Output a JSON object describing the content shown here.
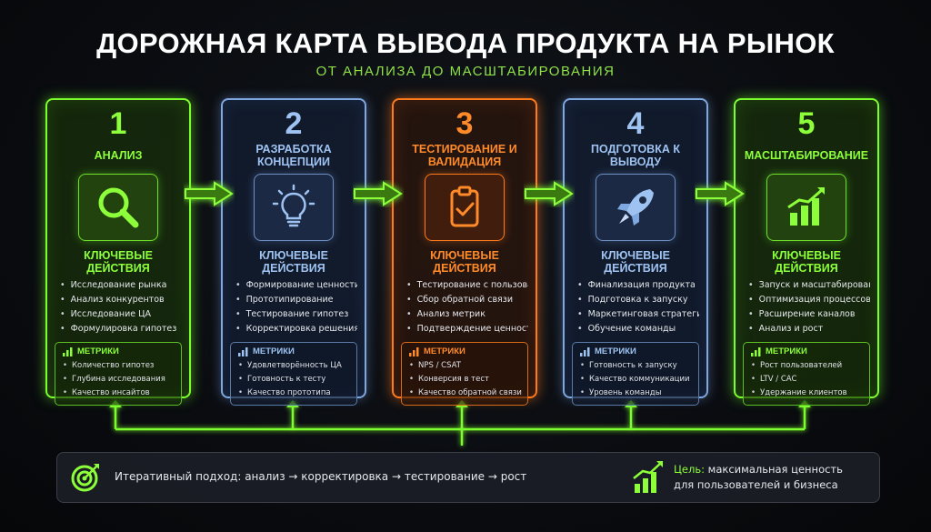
{
  "title": "ДОРОЖНАЯ КАРТА ВЫВОДА ПРОДУКТА НА РЫНОК",
  "subtitle": "ОТ АНАЛИЗА ДО МАСШТАБИРОВАНИЯ",
  "stages": [
    {
      "number": "1",
      "name": "Анализ",
      "icon": "magnifier-icon",
      "color": "#7dff2e",
      "actions_heading": "Ключевые действия",
      "actions": [
        "Исследование рынка",
        "Анализ конкурентов",
        "Исследование ЦА",
        "Формулировка гипотез"
      ],
      "metrics_heading": "Метрики",
      "metrics": [
        "Количество гипотез",
        "Глубина исследования",
        "Качество инсайтов"
      ]
    },
    {
      "number": "2",
      "name": "Разработка концепции",
      "icon": "lightbulb-icon",
      "color": "#7fa8e0",
      "actions_heading": "Ключевые действия",
      "actions": [
        "Формирование ценности",
        "Прототипирование",
        "Тестирование гипотез",
        "Корректировка решения"
      ],
      "metrics_heading": "Метрики",
      "metrics": [
        "Удовлетворённость ЦА",
        "Готовность к тесту",
        "Качество прототипа"
      ]
    },
    {
      "number": "3",
      "name": "Тестирование и валидация",
      "icon": "clipboard-check-icon",
      "color": "#ff7a1a",
      "actions_heading": "Ключевые действия",
      "actions": [
        "Тестирование с пользователями",
        "Сбор обратной связи",
        "Анализ метрик",
        "Подтверждение ценности"
      ],
      "metrics_heading": "Метрики",
      "metrics": [
        "NPS / CSAT",
        "Конверсия в тест",
        "Качество обратной связи"
      ]
    },
    {
      "number": "4",
      "name": "Подготовка к выводу",
      "icon": "rocket-icon",
      "color": "#7fa8e0",
      "actions_heading": "Ключевые действия",
      "actions": [
        "Финализация продукта",
        "Подготовка к запуску",
        "Маркетинговая стратегия",
        "Обучение команды"
      ],
      "metrics_heading": "Метрики",
      "metrics": [
        "Готовность к запуску",
        "Качество коммуникации",
        "Уровень команды"
      ]
    },
    {
      "number": "5",
      "name": "Масштабирование",
      "icon": "growth-chart-icon",
      "color": "#7dff2e",
      "actions_heading": "Ключевые действия",
      "actions": [
        "Запуск и масштабировании",
        "Оптимизация процессов",
        "Расширение каналов",
        "Анализ и рост"
      ],
      "metrics_heading": "Метрики",
      "metrics": [
        "Рост пользователей",
        "LTV / CAC",
        "Удержание клиентов"
      ]
    }
  ],
  "footer": {
    "icon": "target-icon",
    "iterative_text": "Итеративный подход: анализ → корректировка → тестирование → рост",
    "goal_icon": "growth-bars-icon",
    "goal_label": "Цель:",
    "goal_line1": "максимальная ценность",
    "goal_line2": "для пользователей и бизнеса"
  }
}
